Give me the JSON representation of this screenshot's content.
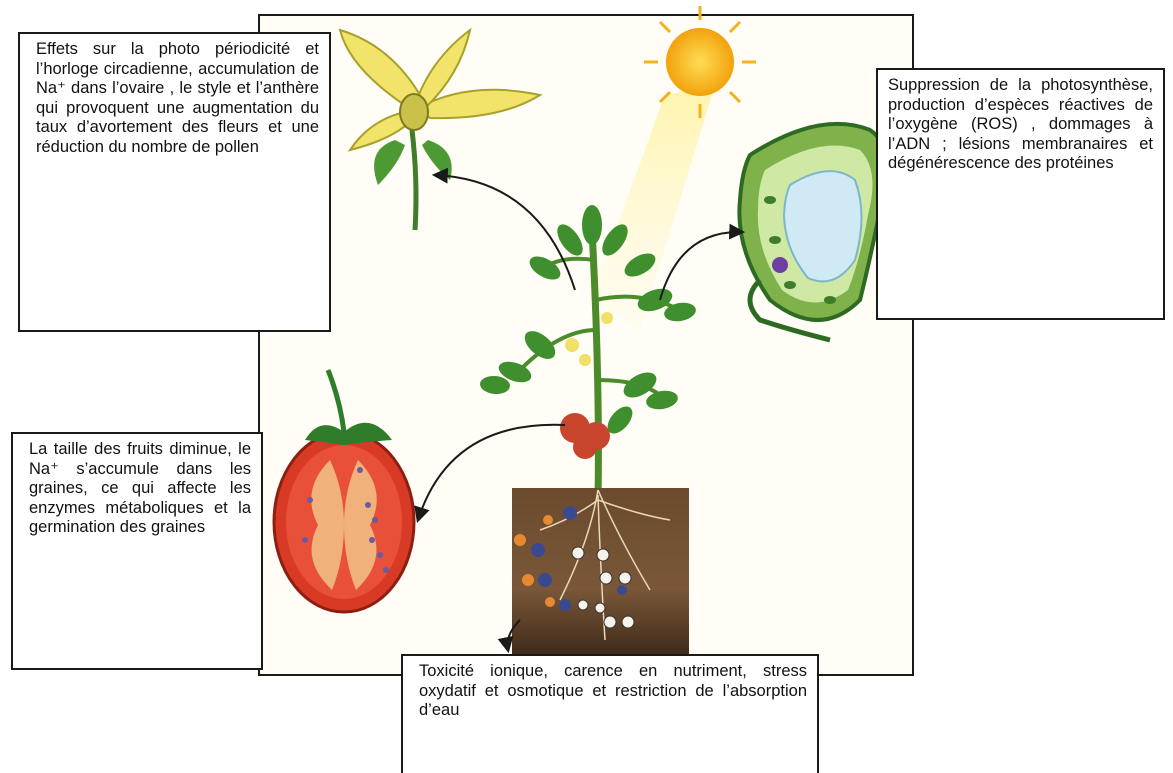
{
  "figure": {
    "flower_effects": "Effets sur la photo périodicité et l’horloge circadienne, accumulation de Na⁺ dans l’ovaire , le style et l’anthère qui provoquent une augmentation du taux d’avortement des fleurs et une réduction du nombre de pollen",
    "cell_effects": "Suppression de la photosynthèse, production d’espèces réactives de l’oxygène (ROS) , dommages à l’ADN ; lésions membranaires et dégénérescence des protéines",
    "fruit_effects": "La taille des fruits diminue, le Na⁺ s’accumule dans les graines, ce qui affecte les enzymes métaboliques et la germination des graines",
    "root_effects": "Toxicité ionique, carence en nutriment, stress oxydatif et osmotique et restriction de l’absorption d’eau"
  },
  "colors": {
    "border": "#1a1a1a",
    "leaf": "#3f8f2e",
    "tomato": "#d93a26",
    "flower": "#f2e46a",
    "sun": "#f7b716",
    "soil": "#5c3b24"
  }
}
